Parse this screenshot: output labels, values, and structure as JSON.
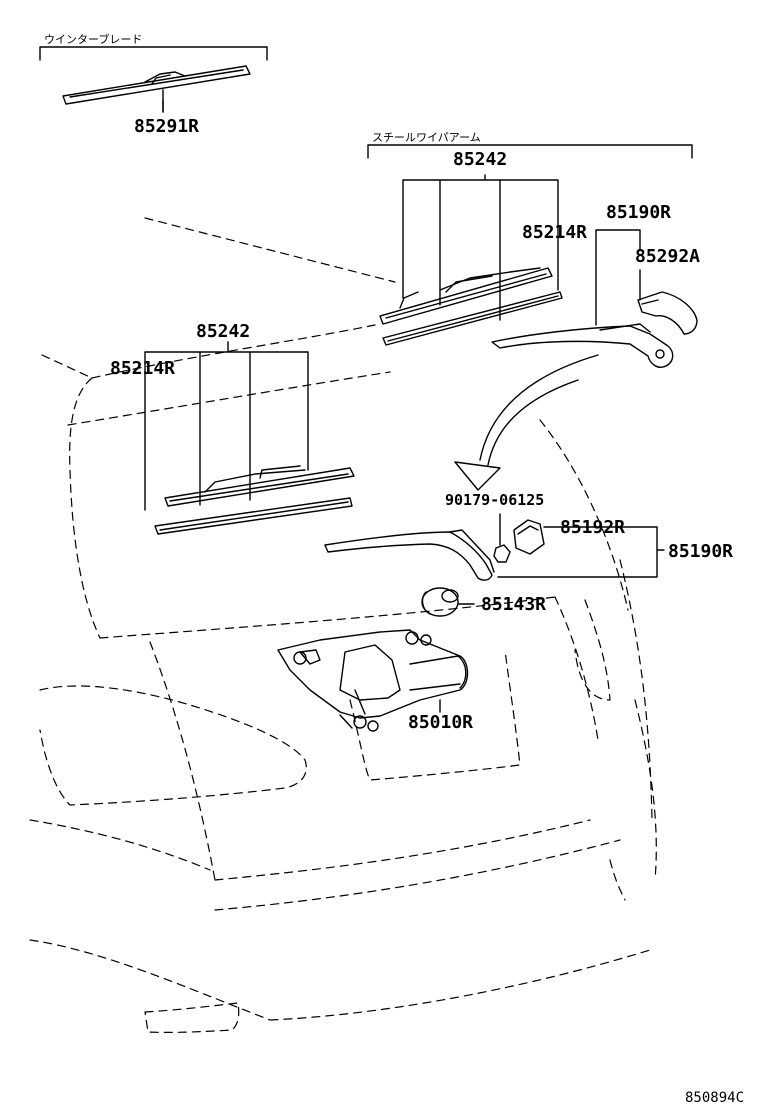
{
  "group_labels": {
    "winter_blade": "ウインターブレード",
    "steel_wiper_arm": "スチールワイパアーム"
  },
  "part_numbers": {
    "p85291R": "85291R",
    "p85242_top": "85242",
    "p85190R_top": "85190R",
    "p85214R_top": "85214R",
    "p85292A": "85292A",
    "p85242_left": "85242",
    "p85214R_left": "85214R",
    "p90179": "90179-06125",
    "p85192R": "85192R",
    "p85190R_mid": "85190R",
    "p85143R": "85143R",
    "p85010R": "85010R"
  },
  "diagram_ref": "850894C"
}
